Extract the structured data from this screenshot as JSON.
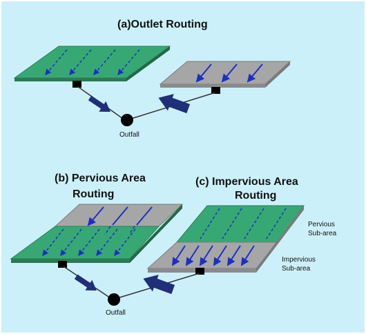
{
  "titles": {
    "outlet": "(a)Outlet Routing",
    "pervious_line1": "(b) Pervious Area",
    "pervious_line2": "Routing",
    "impervious_line1": "(c) Impervious Area",
    "impervious_line2": "Routing"
  },
  "labels": {
    "outfall_top": "Outfall",
    "outfall_bottom": "Outfall",
    "pervious_subarea_line1": "Pervious",
    "pervious_subarea_line2": "Sub-area",
    "impervious_subarea_line1": "Impervious",
    "impervious_subarea_line2": "Sub-area"
  },
  "colors": {
    "background": "#ccf0fa",
    "pervious": "#37a874",
    "impervious": "#a6a6a6",
    "flow_arrow": "#1b2fc8",
    "routing_arrow": "#1f2f7a",
    "node": "#000000"
  }
}
